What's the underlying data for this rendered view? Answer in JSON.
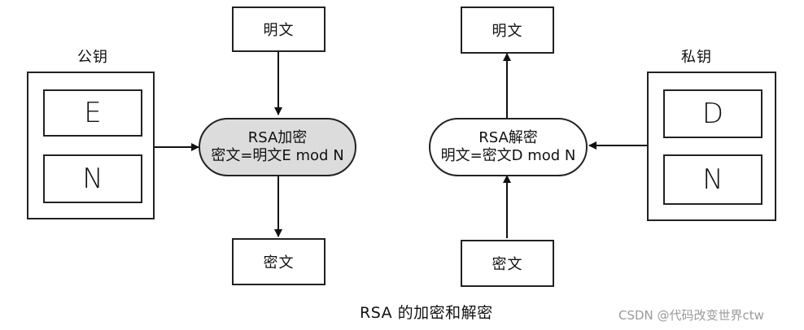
{
  "public_key": {
    "title": "公钥",
    "items": [
      "E",
      "N"
    ]
  },
  "private_key": {
    "title": "私钥",
    "items": [
      "D",
      "N"
    ]
  },
  "encrypt": {
    "plaintext_input": "明文",
    "process_title": "RSA加密",
    "process_formula": "密文=明文E mod N",
    "ciphertext_output": "密文"
  },
  "decrypt": {
    "plaintext_output": "明文",
    "process_title": "RSA解密",
    "process_formula": "明文=密文D mod N",
    "ciphertext_input": "密文"
  },
  "caption": "RSA 的加密和解密",
  "watermark": "CSDN @代码改变世界ctw"
}
